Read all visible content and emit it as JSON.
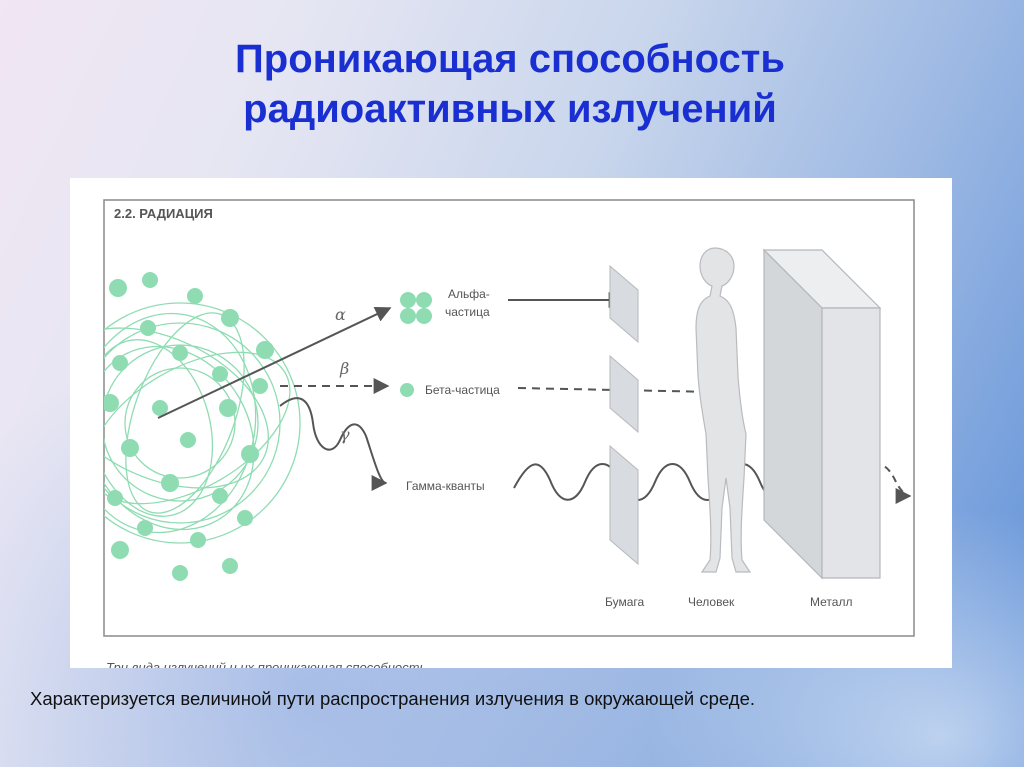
{
  "title": "Проникающая способность радиоактивных излучений",
  "figure": {
    "header": "2.2. РАДИАЦИЯ",
    "alpha_symbol": "α",
    "beta_symbol": "β",
    "gamma_symbol": "γ",
    "alpha_label_line1": "Альфа-",
    "alpha_label_line2": "частица",
    "beta_label": "Бета-частица",
    "gamma_label": "Гамма-кванты",
    "paper_label": "Бумага",
    "human_label": "Человек",
    "metal_label": "Металл",
    "cropped_caption": "Три вида излучений и их проникающая способность"
  },
  "caption": "Характеризуется величиной пути распространения излучения в окружающей среде.",
  "colors": {
    "title": "#1a2fd1",
    "nucleus": "#7fd8a8",
    "arrows": "#555555"
  }
}
